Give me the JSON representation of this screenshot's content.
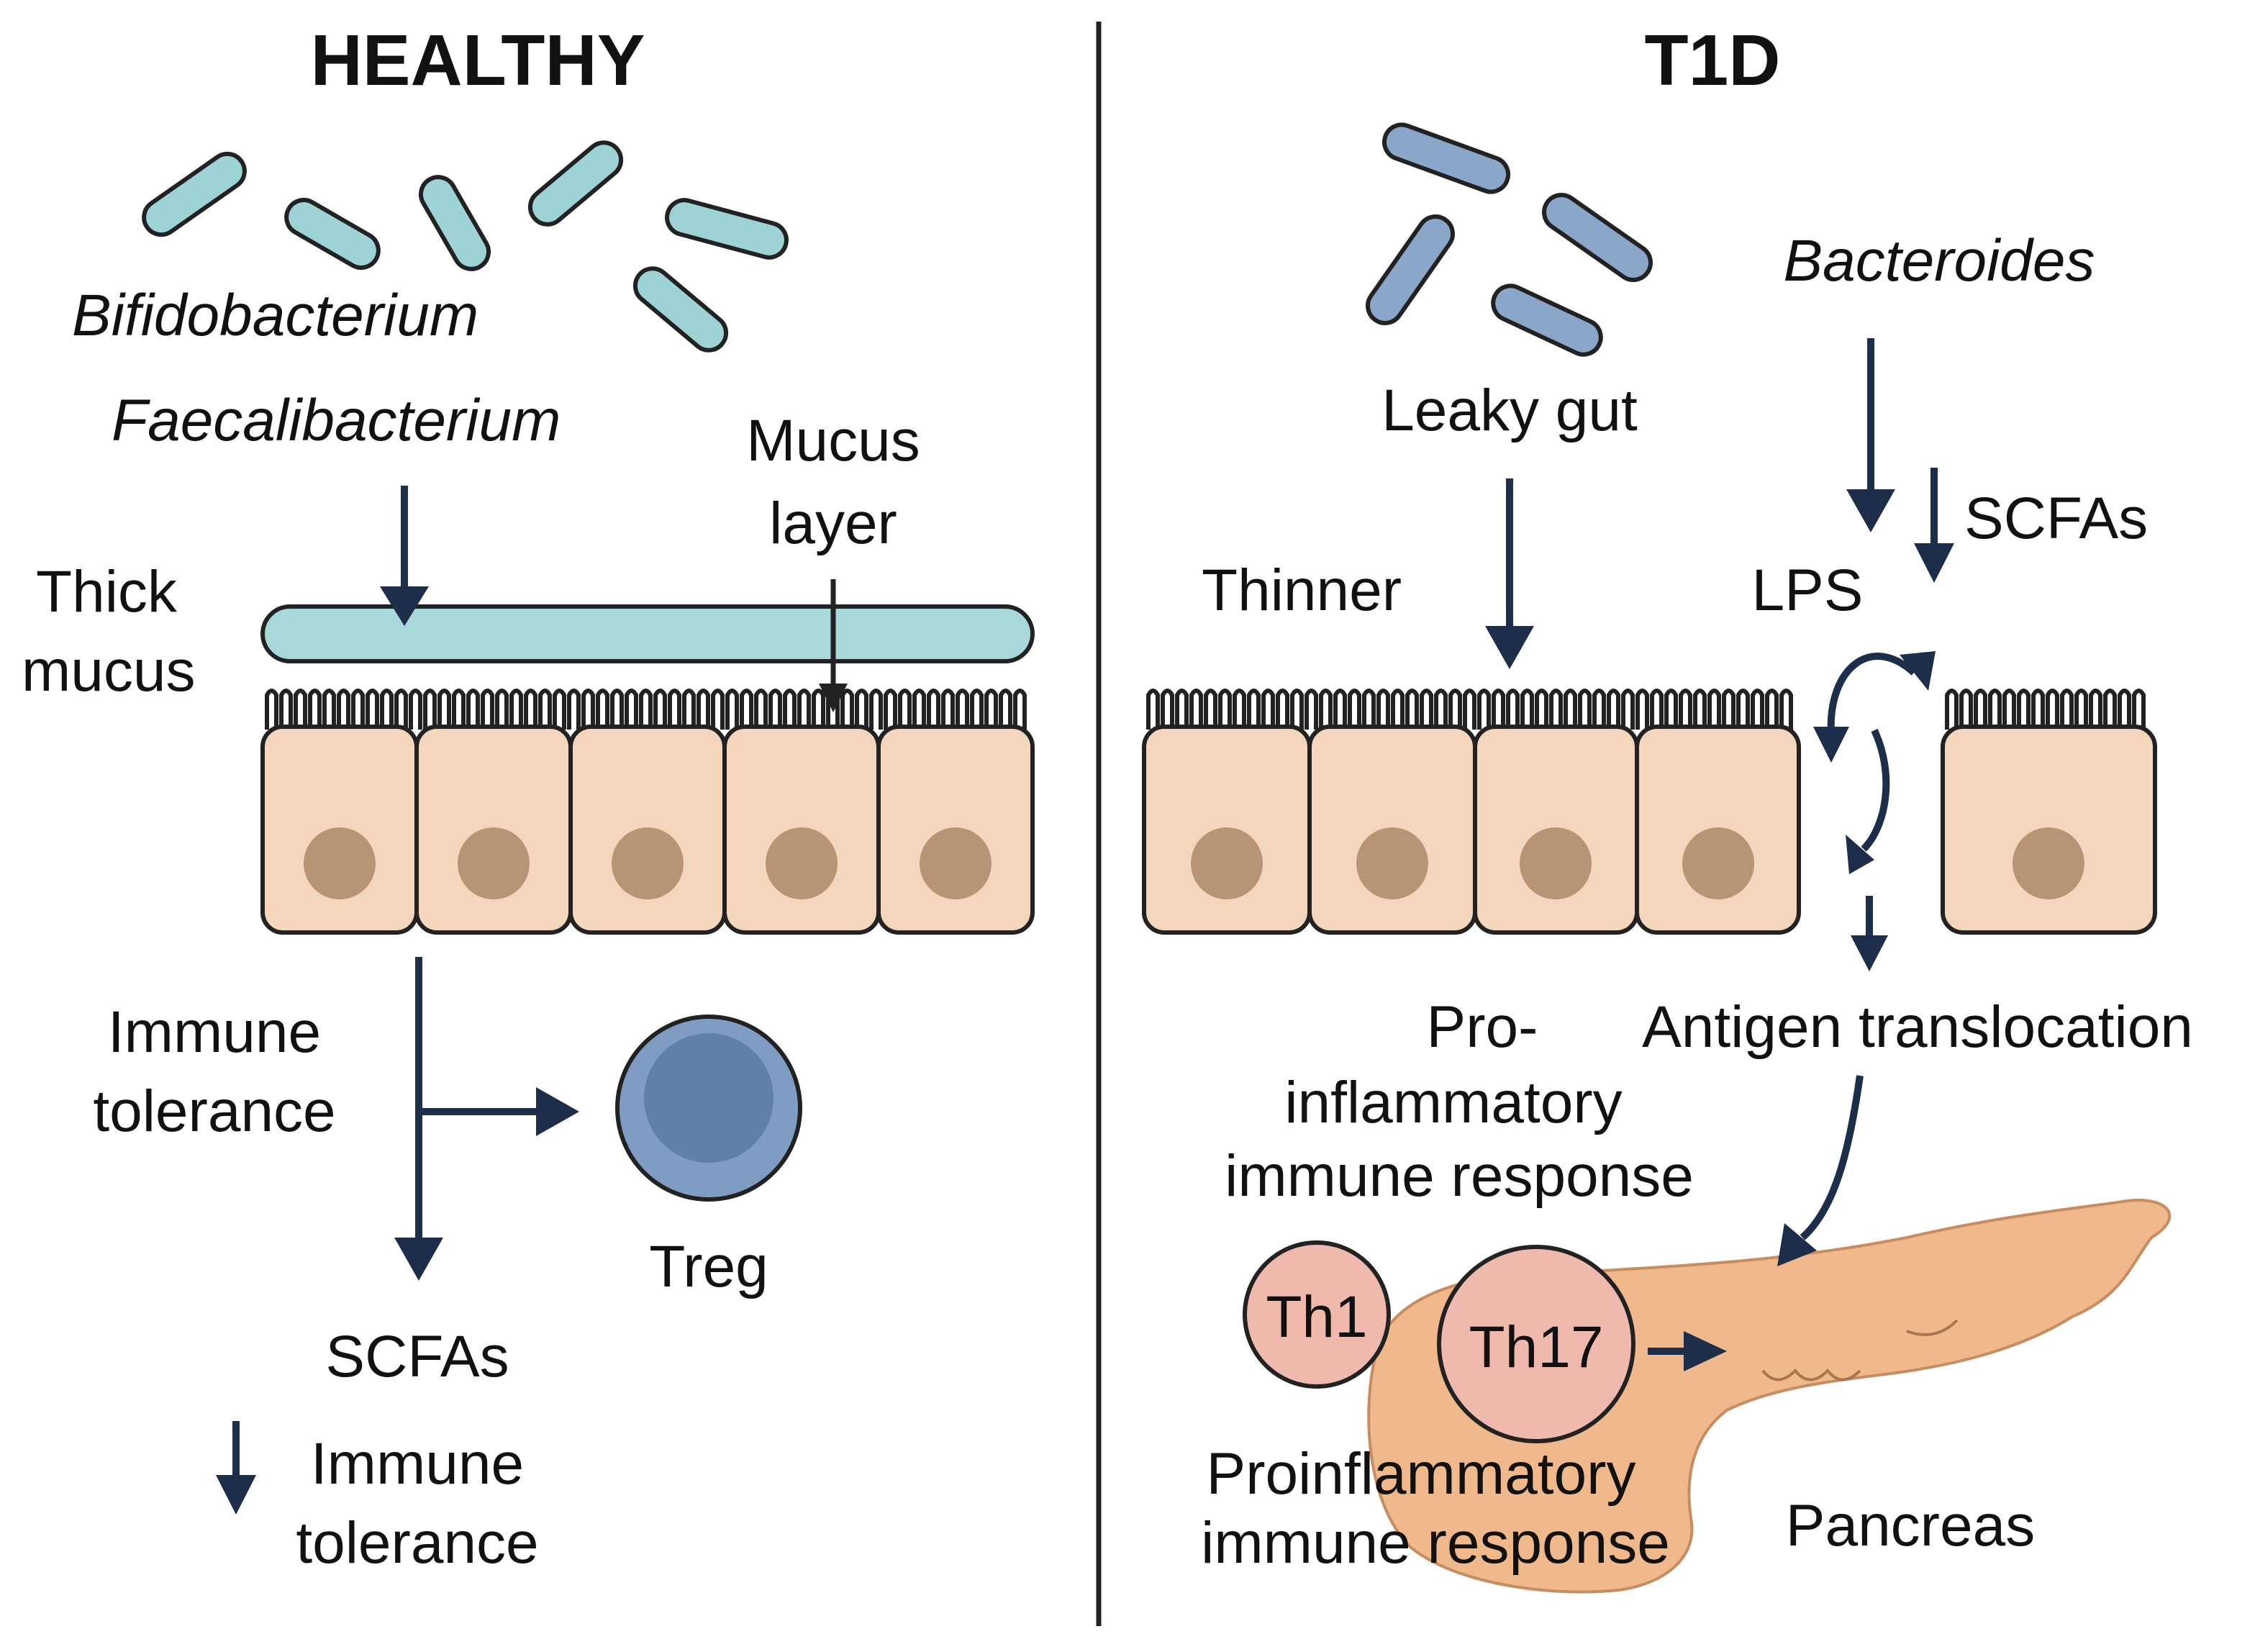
{
  "colors": {
    "arrow": "#1c2e4a",
    "bacteria_healthy": "#9ed3d6",
    "bacteria_t1d": "#8aa7c9",
    "mucus": "#a9d8da",
    "cell_fill": "#f3d6bb",
    "nucleus": "#b89477",
    "treg_outer": "#7f9cc3",
    "treg_inner": "#5f80a8",
    "th_cells": "#f0b9ad",
    "pancreas": "#efb98c"
  },
  "healthy": {
    "title": "HEALTHY",
    "bacteria_name_1": "Bifidobacterium",
    "bacteria_name_2": "Faecalibacterium",
    "thick_mucus_1": "Thick",
    "thick_mucus_2": "mucus",
    "mucus_layer_1": "Mucus",
    "mucus_layer_2": "layer",
    "immune_tolerance_1": "Immune",
    "immune_tolerance_2": "tolerance",
    "treg": "Treg",
    "scfas": "SCFAs",
    "reduced_tolerance_1": "Immune",
    "reduced_tolerance_2": "tolerance"
  },
  "t1d": {
    "title": "T1D",
    "bacteroides": "Bacteroides",
    "leaky_gut": "Leaky gut",
    "scfas": "SCFAs",
    "thinner": "Thinner",
    "lps": "LPS",
    "pro_1": "Pro-",
    "pro_2": "inflammatory",
    "pro_3": "immune response",
    "antigen": "Antigen translocation",
    "th1": "Th1",
    "th17": "Th17",
    "proinflam_1": "Proinflammatory",
    "proinflam_2": "immune response",
    "pancreas": "Pancreas"
  }
}
